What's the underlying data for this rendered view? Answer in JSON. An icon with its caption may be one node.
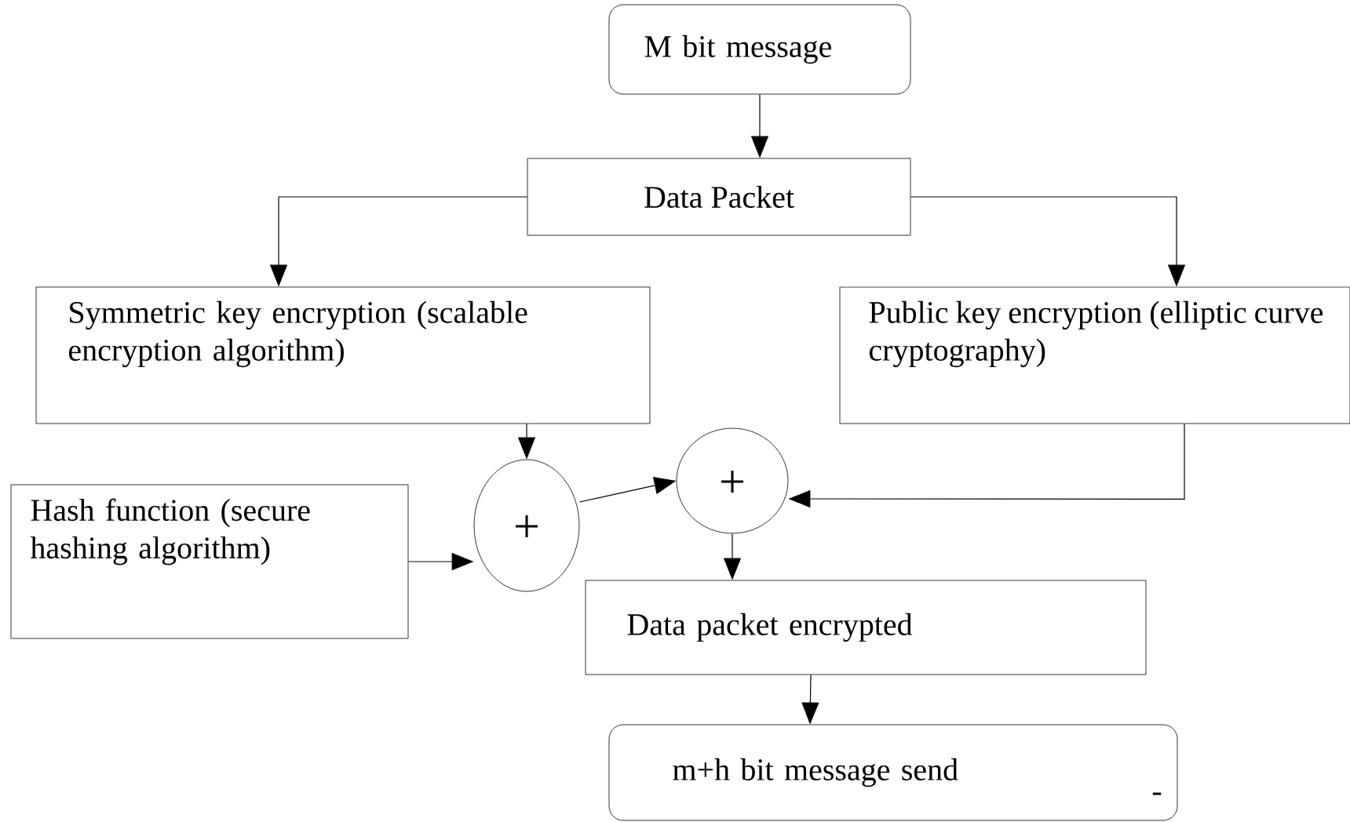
{
  "diagram": {
    "nodes": [
      {
        "text": [
          "M bit message"
        ]
      },
      {
        "text": [
          "Data Packet"
        ]
      },
      {
        "text": [
          "Symmetric key encryption (scalable encryption algorithm)"
        ]
      },
      {
        "text": [
          "Public key encryption (elliptic curve cryptography)"
        ]
      },
      {
        "text": [
          "+"
        ]
      },
      {
        "text": [
          "Hash function (secure hashing algorithm)"
        ]
      },
      {
        "text": [
          "+"
        ]
      },
      {
        "text": [
          "Data packet encrypted"
        ]
      },
      {
        "text": [
          "m+h bit message send"
        ]
      }
    ],
    "edges": [
      {
        "from": 0,
        "to": 1,
        "arrow": "to"
      },
      {
        "from": 1,
        "to": 2,
        "arrow": "to"
      },
      {
        "from": 1,
        "to": 3,
        "arrow": "to"
      },
      {
        "from": 2,
        "to": 4,
        "arrow": "to"
      },
      {
        "from": 5,
        "to": 4,
        "arrow": "to"
      },
      {
        "from": 4,
        "to": 6,
        "arrow": "to"
      },
      {
        "from": 3,
        "to": 6,
        "arrow": "to"
      },
      {
        "from": 6,
        "to": 7,
        "arrow": "to"
      },
      {
        "from": 7,
        "to": 8,
        "arrow": "to"
      }
    ],
    "labels": [
      "-"
    ]
  }
}
